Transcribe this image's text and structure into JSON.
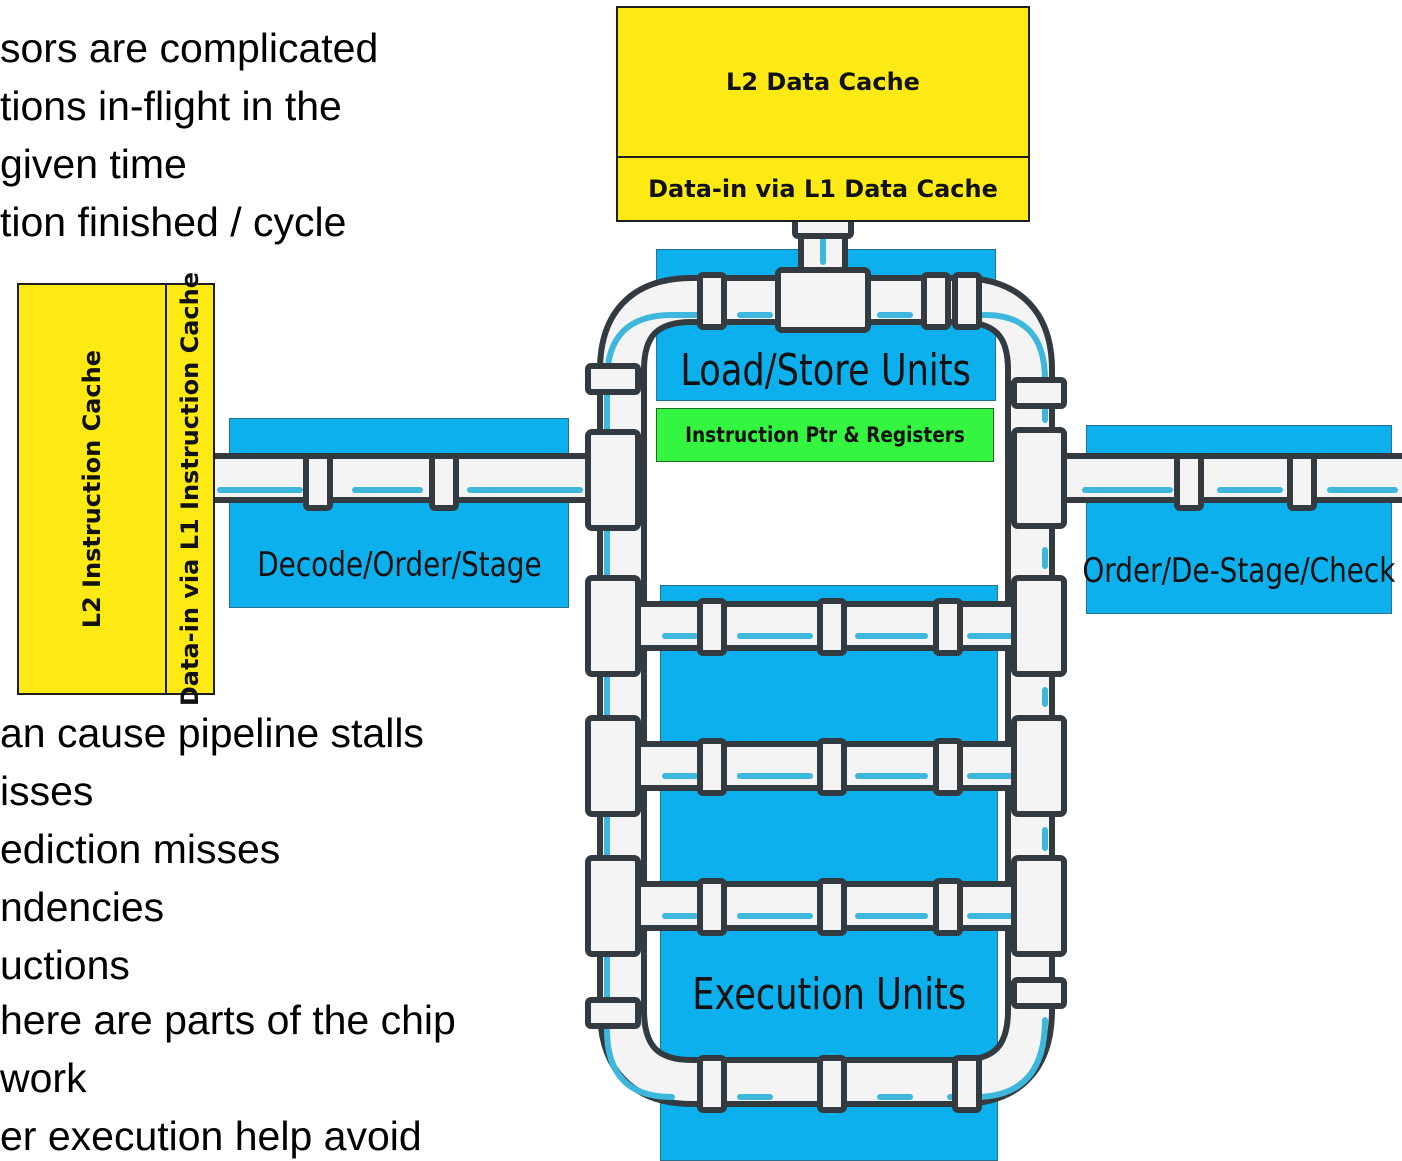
{
  "bullets": [
    "sors are complicated",
    "tions in-flight in the",
    "given time",
    "tion finished / cycle",
    "an cause pipeline stalls",
    "isses",
    "ediction misses",
    "ndencies",
    "uctions",
    "here are parts of the chip",
    "work",
    "er execution help avoid"
  ],
  "caches": {
    "l2_data": "L2 Data Cache",
    "l1_data": "Data-in via L1 Data Cache",
    "l2_instruction": "L2 Instruction Cache",
    "l1_instruction": "Data-in via L1 Instruction Cache"
  },
  "units": {
    "decode": "Decode/Order/Stage",
    "load_store": "Load/Store Units",
    "registers": "Instruction Ptr & Registers",
    "order_check": "Order/De-Stage/Check",
    "execution": "Execution Units"
  },
  "colors": {
    "cache": "#fdea14",
    "unit": "#0cb0ec",
    "registers": "#34f540",
    "pipe_outline": "#333b40",
    "pipe_body": "#f4f4f4",
    "water": "#3db8dc"
  }
}
